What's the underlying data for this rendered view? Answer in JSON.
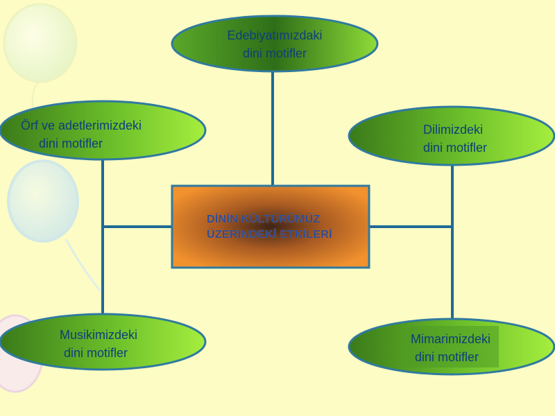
{
  "diagram": {
    "center": {
      "line1": "DİNİN KÜLTÜRÜMÜZ",
      "line2": "ÜZERİNDEKİ ETKİLERİ"
    },
    "nodes": [
      {
        "id": "edebiyat",
        "line1": "Edebiyatımızdaki",
        "line2": "dini motifler"
      },
      {
        "id": "orf",
        "line1": "Örf ve adetlerimizdeki",
        "line2": "dini motifler"
      },
      {
        "id": "dil",
        "line1": "Dilimizdeki",
        "line2": "dini motifler"
      },
      {
        "id": "musiki",
        "line1": "Musikimizdeki",
        "line2": "dini motifler"
      },
      {
        "id": "mimari",
        "line1": "Mimarimizdeki",
        "line2": "dini motifler"
      }
    ],
    "colors": {
      "background": "#fdfcc4",
      "connector": "#1f6a96",
      "ellipse_light": "#9fe83a",
      "ellipse_dark": "#3f7f1c",
      "ellipse_border": "#2f7aa0",
      "box_light": "#f08c2a",
      "box_dark": "#4a2a18",
      "label_text": "#0d3f7a"
    }
  }
}
